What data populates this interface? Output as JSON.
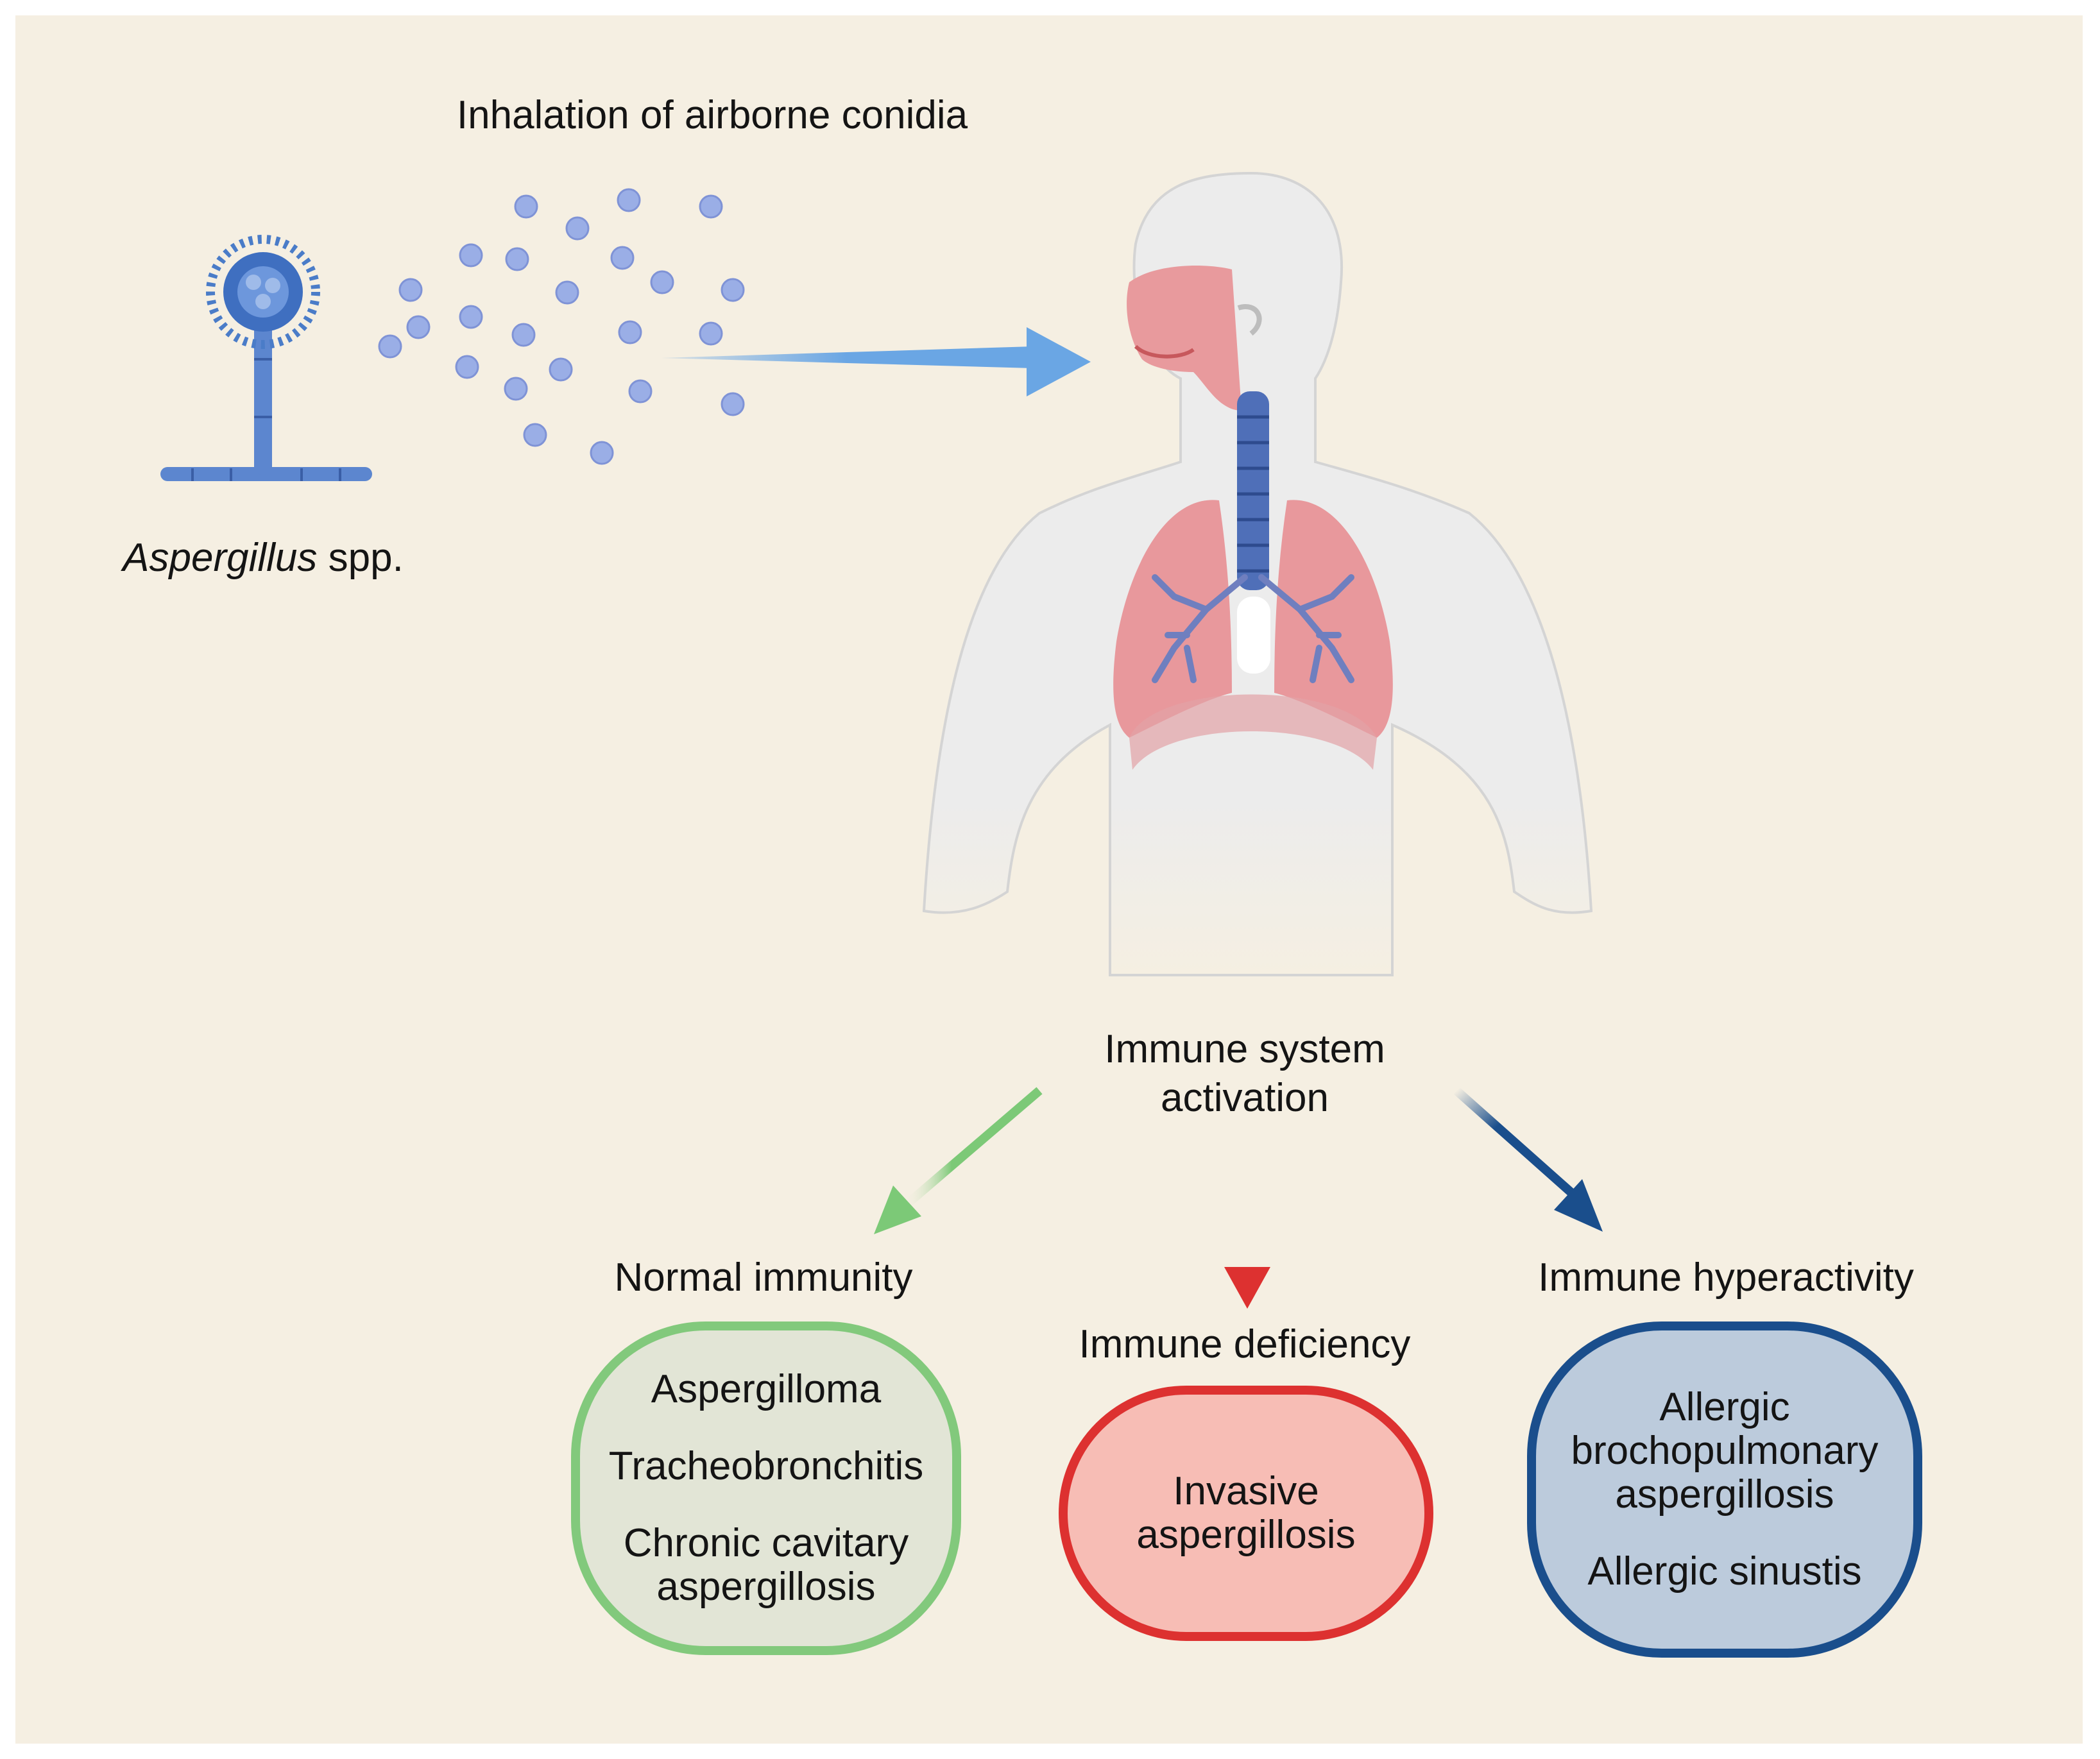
{
  "title": "Inhalation of airborne conidia",
  "organism": {
    "genus": "Aspergillus",
    "suffix": " spp."
  },
  "center_label": {
    "line1": "Immune system",
    "line2": "activation"
  },
  "branches": [
    {
      "heading": "Normal immunity",
      "color": "#82c97c",
      "fill": "#e2e5d6",
      "items": [
        "Aspergilloma",
        "Tracheobronchitis",
        "Chronic cavitary\naspergillosis"
      ]
    },
    {
      "heading": "Immune deficiency",
      "color": "#dd3130",
      "fill": "#f7bdb5",
      "items": [
        "Invasive\naspergillosis"
      ]
    },
    {
      "heading": "Immune hyperactivity",
      "color": "#1a4e8c",
      "fill": "#bccbdc",
      "items": [
        "Allergic\nbrochopulmonary\naspergillosis",
        "Allergic sinustis"
      ]
    }
  ],
  "colors": {
    "background": "#f5efe2",
    "conidia": "#9aaee6",
    "fungus": "#4a7cc8",
    "airflow_arrow": "#6aa6e4",
    "body": "#ececec",
    "lungs": "#e88f93",
    "trachea": "#4f6fb8"
  }
}
